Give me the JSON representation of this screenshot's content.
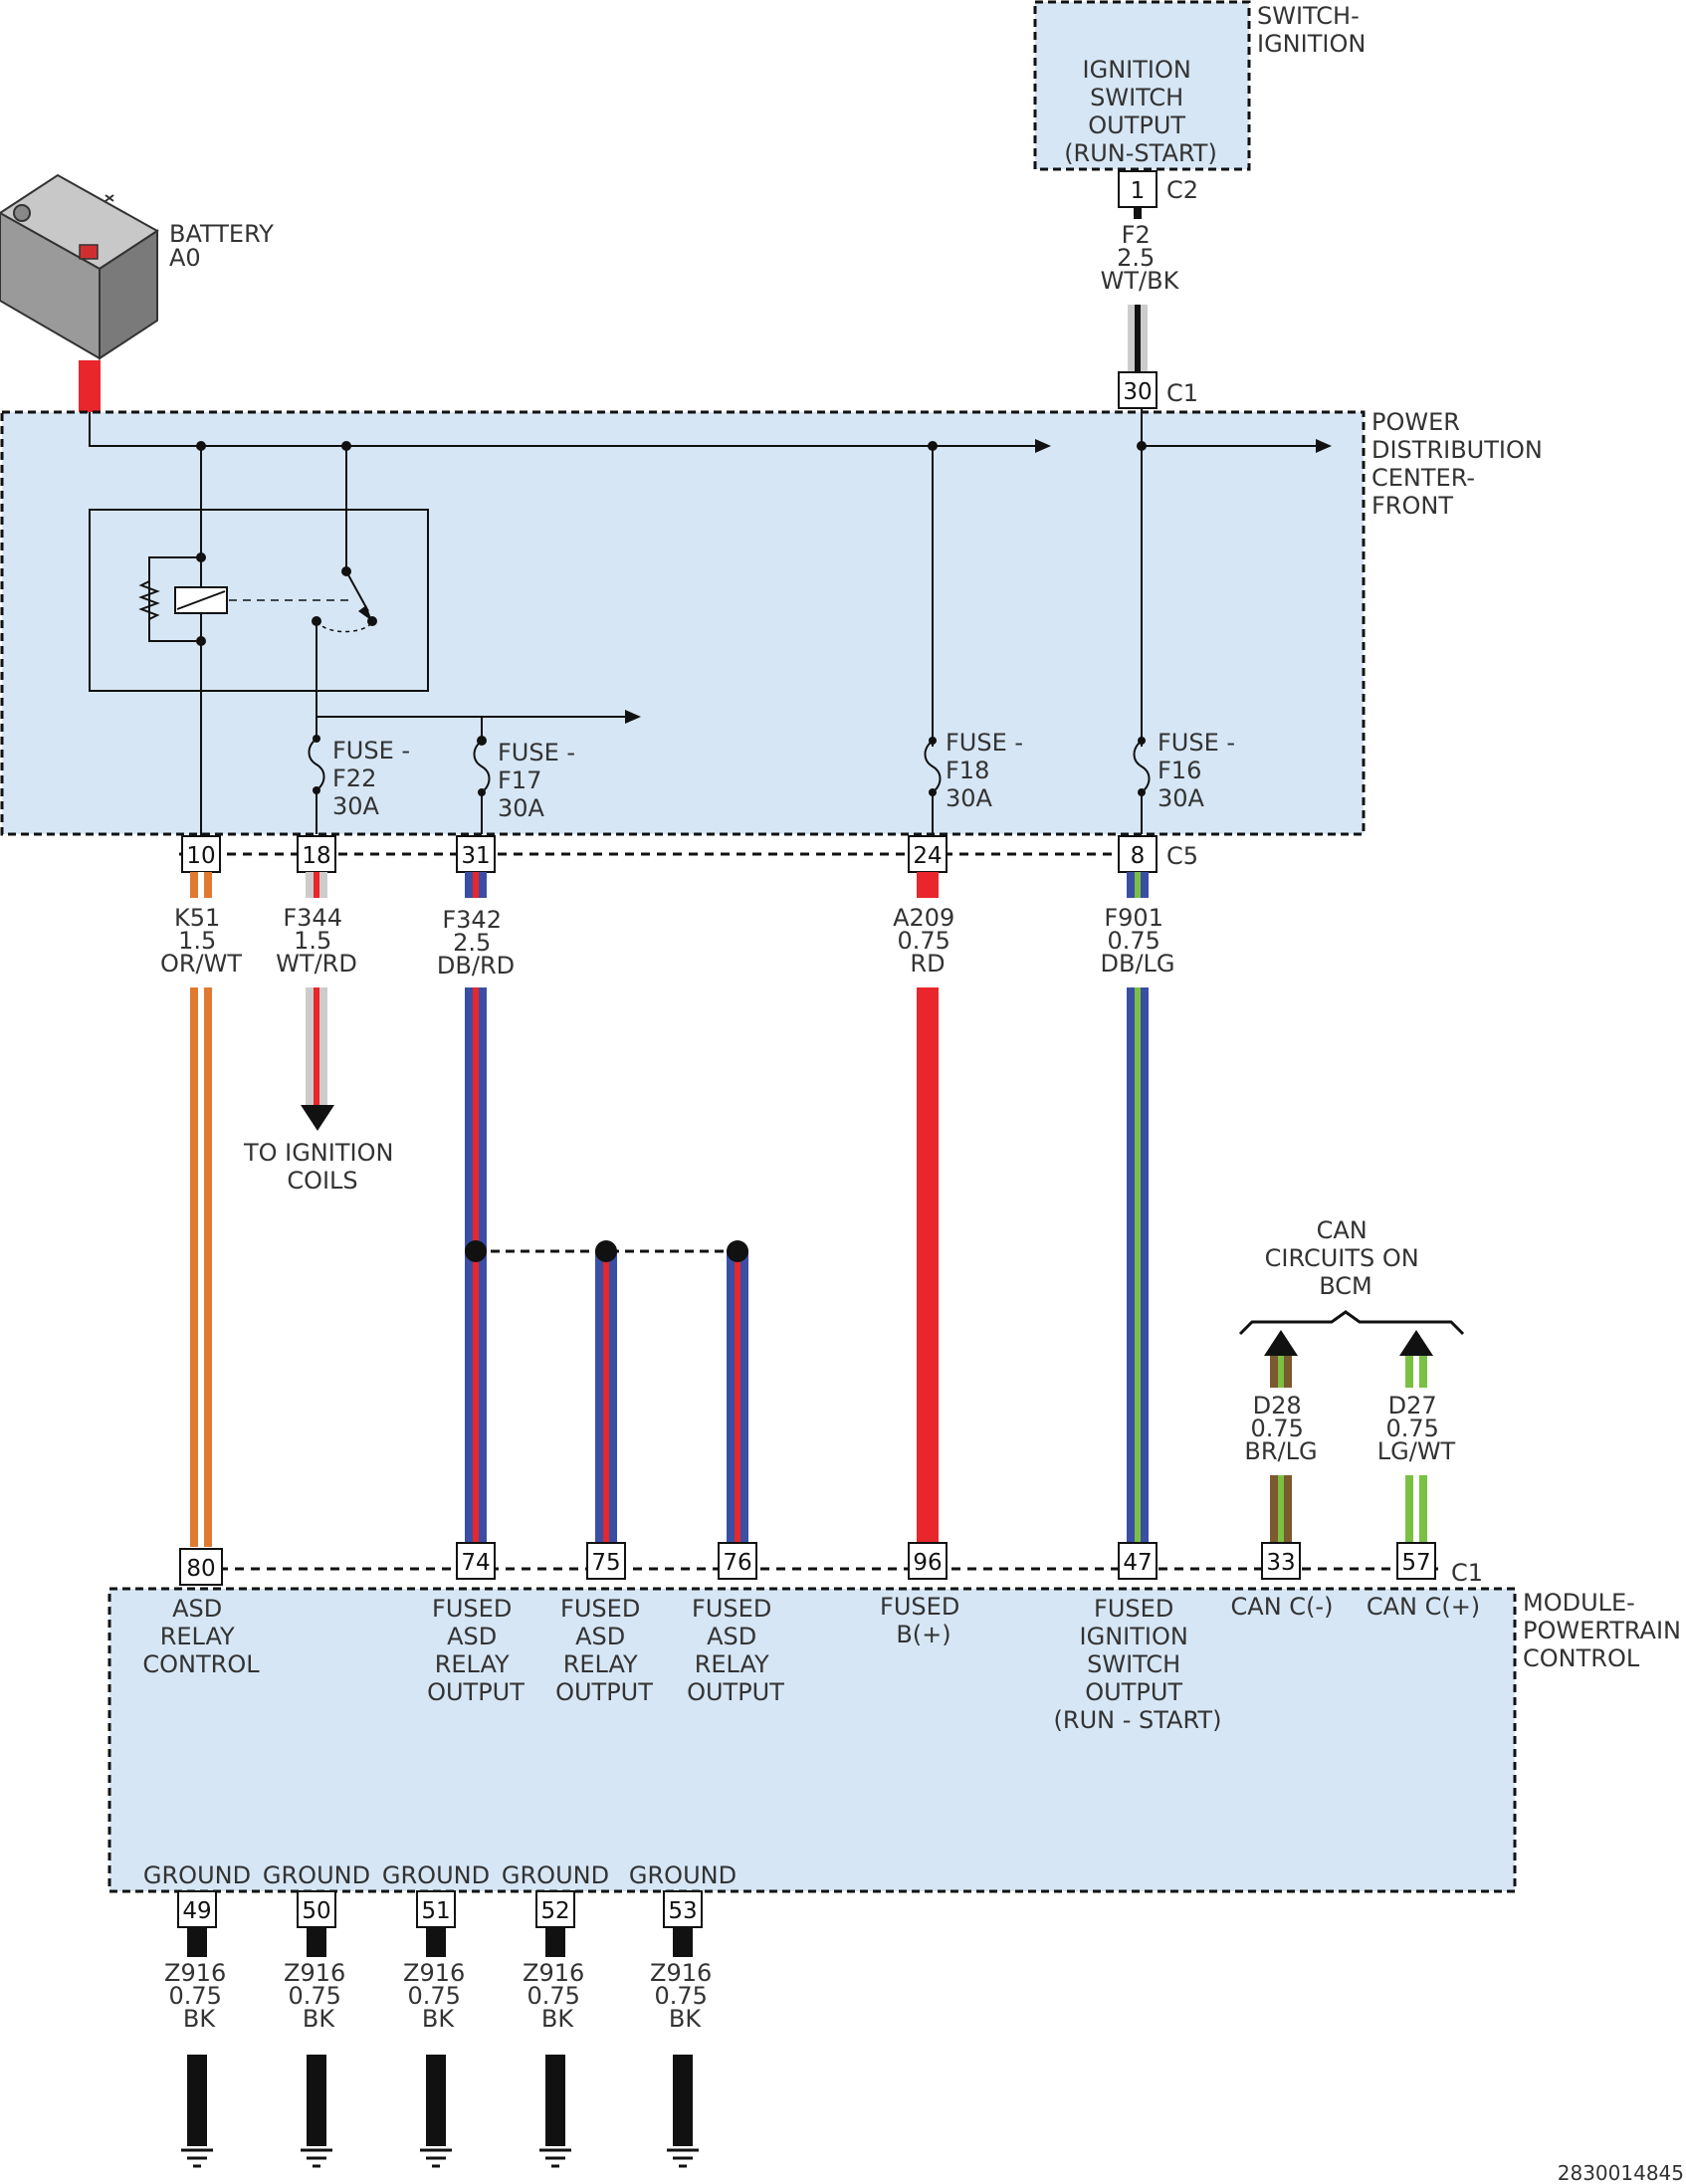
{
  "diagram_id": "2830014845",
  "components": {
    "switch_ignition": {
      "name": [
        "SWITCH-",
        "IGNITION"
      ],
      "pin_function": [
        "IGNITION",
        "SWITCH",
        "OUTPUT",
        "(RUN-START)"
      ],
      "pin": "1",
      "connector": "C2"
    },
    "battery": {
      "name": [
        "BATTERY",
        "A0"
      ]
    },
    "pdc": {
      "name": [
        "POWER",
        "DISTRIBUTION",
        "CENTER-",
        "FRONT"
      ],
      "input_pin": "30",
      "input_connector": "C1",
      "output_connector": "C5",
      "fuses": [
        {
          "label": [
            "FUSE -",
            "F22",
            "30A"
          ]
        },
        {
          "label": [
            "FUSE -",
            "F17",
            "30A"
          ]
        },
        {
          "label": [
            "FUSE -",
            "F18",
            "30A"
          ]
        },
        {
          "label": [
            "FUSE -",
            "F16",
            "30A"
          ]
        }
      ],
      "pins": [
        "10",
        "18",
        "31",
        "24",
        "8"
      ]
    },
    "pcm": {
      "name": [
        "MODULE-",
        "POWERTRAIN",
        "CONTROL"
      ],
      "connector": "C1",
      "pins": [
        {
          "num": "80",
          "function": [
            "ASD",
            "RELAY",
            "CONTROL"
          ]
        },
        {
          "num": "74",
          "function": [
            "FUSED",
            "ASD",
            "RELAY",
            "OUTPUT"
          ]
        },
        {
          "num": "75",
          "function": [
            "FUSED",
            "ASD",
            "RELAY",
            "OUTPUT"
          ]
        },
        {
          "num": "76",
          "function": [
            "FUSED",
            "ASD",
            "RELAY",
            "OUTPUT"
          ]
        },
        {
          "num": "96",
          "function": [
            "FUSED",
            "B(+)"
          ]
        },
        {
          "num": "47",
          "function": [
            "FUSED",
            "IGNITION",
            "SWITCH",
            "OUTPUT",
            "(RUN - START)"
          ]
        },
        {
          "num": "33",
          "function": [
            "CAN C(-)"
          ]
        },
        {
          "num": "57",
          "function": [
            "CAN C(+)"
          ]
        }
      ],
      "grounds": [
        {
          "num": "49",
          "label": "GROUND"
        },
        {
          "num": "50",
          "label": "GROUND"
        },
        {
          "num": "51",
          "label": "GROUND"
        },
        {
          "num": "52",
          "label": "GROUND"
        },
        {
          "num": "53",
          "label": "GROUND"
        }
      ]
    }
  },
  "wires": [
    {
      "circuit": "F2",
      "gauge": "2.5",
      "color": "WT/BK"
    },
    {
      "circuit": "K51",
      "gauge": "1.5",
      "color": "OR/WT"
    },
    {
      "circuit": "F344",
      "gauge": "1.5",
      "color": "WT/RD"
    },
    {
      "circuit": "F342",
      "gauge": "2.5",
      "color": "DB/RD"
    },
    {
      "circuit": "A209",
      "gauge": "0.75",
      "color": "RD"
    },
    {
      "circuit": "F901",
      "gauge": "0.75",
      "color": "DB/LG"
    },
    {
      "circuit": "D28",
      "gauge": "0.75",
      "color": "BR/LG"
    },
    {
      "circuit": "D27",
      "gauge": "0.75",
      "color": "LG/WT"
    },
    {
      "circuit": "Z916",
      "gauge": "0.75",
      "color": "BK"
    }
  ],
  "notes": {
    "ignition_coils": [
      "TO IGNITION",
      "COILS"
    ],
    "can_bcm": [
      "CAN",
      "CIRCUITS ON",
      "BCM"
    ]
  },
  "colors": {
    "box_fill": "#d6e6f5",
    "orange": "#e07a30",
    "red": "#e8262b",
    "blue": "#3a4fa3",
    "light_green": "#7ac043",
    "brown": "#7a5a2e",
    "black": "#111111",
    "white": "#ffffff"
  }
}
